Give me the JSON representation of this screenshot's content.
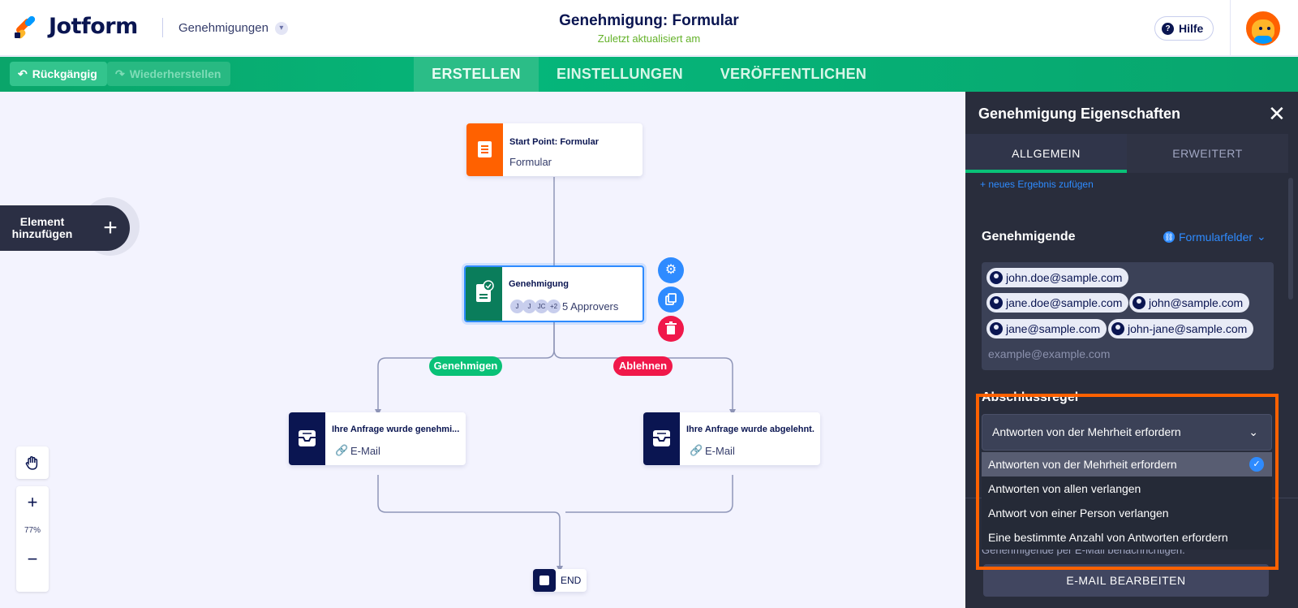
{
  "header": {
    "logo_text": "Jotform",
    "breadcrumb": "Genehmigungen",
    "title": "Genehmigung: Formular",
    "subtitle": "Zuletzt aktualisiert am",
    "help": "Hilfe"
  },
  "toolbar": {
    "undo": "Rückgängig",
    "redo": "Wiederherstellen",
    "tabs": [
      "ERSTELLEN",
      "EINSTELLUNGEN",
      "VERÖFFENTLICHEN"
    ],
    "active_tab": "ERSTELLEN"
  },
  "canvas": {
    "add_element": "Element hinzufügen",
    "zoom": "77%",
    "nodes": {
      "start": {
        "title": "Start Point: Formular",
        "sub": "Formular"
      },
      "approval": {
        "title": "Genehmigung",
        "avatars": [
          "J",
          "J",
          "JC",
          "+2"
        ],
        "approvers": "5 Approvers"
      },
      "approved": {
        "title": "Ihre Anfrage wurde genehmi...",
        "sub": "E-Mail"
      },
      "rejected": {
        "title": "Ihre Anfrage wurde abgelehnt.",
        "sub": "E-Mail"
      },
      "end": {
        "label": "END"
      }
    },
    "branch_approve": "Genehmigen",
    "branch_reject": "Ablehnen"
  },
  "panel": {
    "title": "Genehmigung Eigenschaften",
    "tabs": [
      "ALLGEMEIN",
      "ERWEITERT"
    ],
    "add_outcome": "+ neues Ergebnis zufügen",
    "approvers_label": "Genehmigende",
    "form_fields": "Formularfelder",
    "approvers": [
      "john.doe@sample.com",
      "jane.doe@sample.com",
      "john@sample.com",
      "jane@sample.com",
      "john-jane@sample.com"
    ],
    "approvers_placeholder": "example@example.com",
    "rule_label": "Abschlussregel",
    "rule_selected": "Antworten von der Mehrheit erfordern",
    "rule_options": [
      "Antworten von der Mehrheit erfordern",
      "Antworten von allen verlangen",
      "Antwort von einer Person verlangen",
      "Eine bestimmte Anzahl von Antworten erfordern"
    ],
    "notify_text": "Genehmigende per E-Mail benachrichtigen.",
    "edit_email": "E-MAIL BEARBEITEN"
  },
  "colors": {
    "accent_green": "#0aa56a",
    "approve_green": "#09c177",
    "reject_red": "#f0184a",
    "highlight": "#ff6100",
    "start_orange": "#ff6100",
    "approval_teal": "#0a7d5b",
    "email_navy": "#0a1551"
  }
}
